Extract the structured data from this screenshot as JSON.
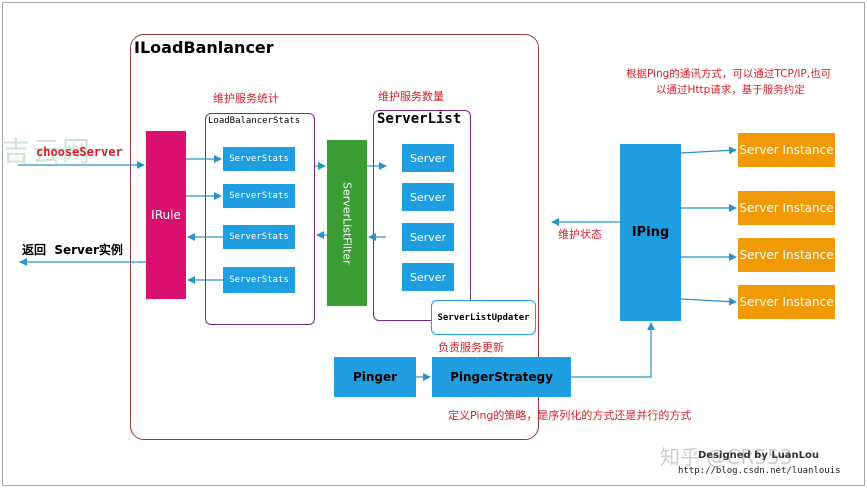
{
  "diagram": {
    "outer_title": "ILoadBanlancer",
    "choose_server": "chooseServer",
    "return_label": "返回  Server实例",
    "irule": "IRule",
    "lb_stats": {
      "caption": "维护服务统计",
      "title": "LoadBalancerStats",
      "items": [
        "ServerStats",
        "ServerStats",
        "ServerStats",
        "ServerStats"
      ]
    },
    "server_list_filter": "ServerListFilter",
    "server_list": {
      "caption": "维护服务数量",
      "title": "ServerList",
      "items": [
        "Server",
        "Server",
        "Server",
        "Server"
      ]
    },
    "server_list_updater": "ServerListUpdater",
    "updater_caption": "负责服务更新",
    "pinger": "Pinger",
    "pinger_strategy": "PingerStrategy",
    "strategy_caption": "定义Ping的策略，是序列化的方式还是并行的方式",
    "iping": "IPing",
    "maintain_status": "维护状态",
    "iping_note_line1": "根据Ping的通讯方式，可以通过TCP/IP,也可",
    "iping_note_line2": "以通过Http请求，基于服务约定",
    "instances": [
      "Server Instance",
      "Server Instance",
      "Server Instance",
      "Server Instance"
    ],
    "designed_by": "Designed by LuanLou",
    "url": "http://blog.csdn.net/luanlouis",
    "watermark_top": "吉云网",
    "watermark_bottom": "知乎 @CR553"
  },
  "colors": {
    "blue": "#1e9de0",
    "magenta": "#d9106e",
    "green": "#3a9e35",
    "orange": "#ef9a06",
    "red_text": "#d0212a",
    "arrow": "#2b93c8"
  }
}
